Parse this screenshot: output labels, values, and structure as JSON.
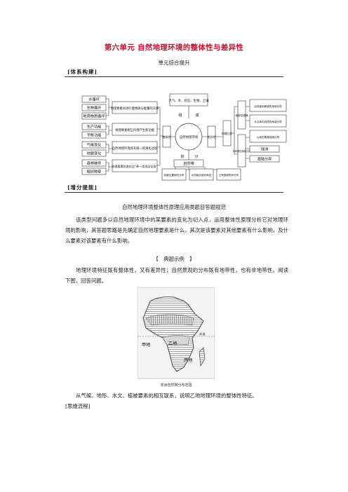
{
  "title": "第六单元 自然地理环境的整体性与差异性",
  "subtitle": "单元综合提升",
  "section1": "[体系构建]",
  "section2": "[增分提能]",
  "diagram": {
    "left_top": [
      "水循环",
      "生物循环",
      "地壳物质循环"
    ],
    "left_mid": [
      "生产功能",
      "平衡功能"
    ],
    "left_low": [
      "气候变化",
      "地貌变化"
    ],
    "left_bot": [
      "森林破坏",
      "植树种草"
    ],
    "mid_boxes": [
      "地理要素间进行着物质与能量的交换",
      "地理要素相互作用产生新功能",
      "自然地理环境具有统一的演化过程",
      "地理要素的变化会“牵一发而动全身”"
    ],
    "top_box": "大气、水、岩石、生物、土壤",
    "zheng": "整体性",
    "core": "自然地理环境",
    "zu": "组",
    "cheng": "成",
    "hua": "划",
    "fen": "分",
    "chayi": "差异性",
    "zirandai": "自然带",
    "bottom_boxes": [
      "纬度位置制约分布",
      "水热组合制约命名",
      "占有宽度带状分布"
    ],
    "diyu": "地域分异",
    "didai": "地带性规律",
    "feididai": "非地带性地域分异",
    "right_boxes": [
      "由赤道到两极的地域分异",
      "从沿海向内陆的地域分异",
      "山地的垂直地域分异"
    ],
    "right_low": [
      "绿洲",
      "海陆分异"
    ]
  },
  "text": {
    "heading": "自然地理环境整体性原理应用类题目答题规范",
    "p1": "该类型问题多以自然地理环境中的某要素的变化为切入点，运用整体性原理分析它对地理环境的影响，其答题思路是先确定自然地理要素是什么，其次是该要素对其他要素有什么影响，及什么要素对该要素有什么影响。",
    "example": "【　典题示例　】",
    "p2": "地理环境特征既有整体性，又有差异性；自然景观的分布既有地带性，也有非地带性。阅读下图，回答问题。",
    "p3": "从气候、地形、水文、植被要素的相互联系，说明乙地地理环境的整体性特征。",
    "p4": "[思维流程]"
  },
  "map": {
    "labels": [
      "甲地",
      "乙地",
      "丙地",
      "赤道"
    ],
    "caption": "非洲自然带分布范围"
  }
}
